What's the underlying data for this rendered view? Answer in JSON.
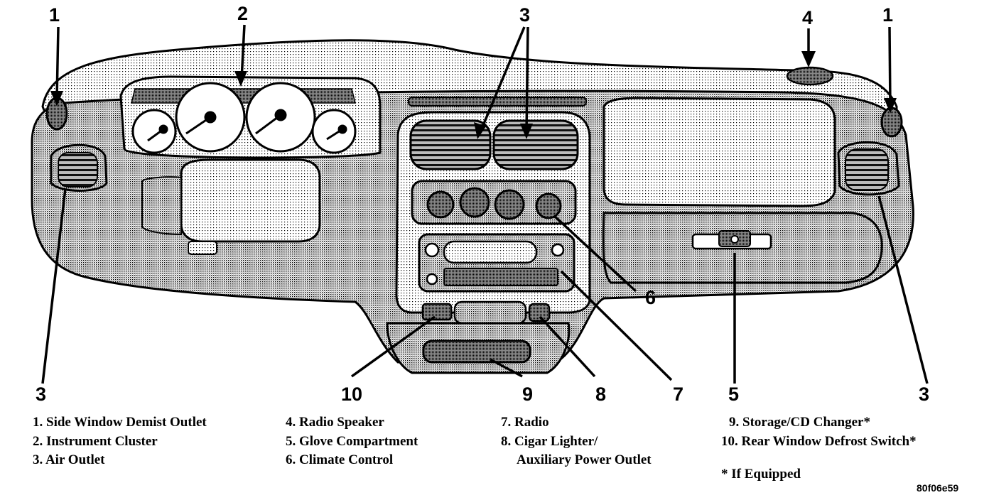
{
  "callouts": {
    "c1_left": "1",
    "c2": "2",
    "c3_top": "3",
    "c4": "4",
    "c1_right": "1",
    "c6": "6",
    "c3_left": "3",
    "c10": "10",
    "c9": "9",
    "c8": "8",
    "c7": "7",
    "c5": "5",
    "c3_right": "3"
  },
  "legend": {
    "col1": [
      "1. Side Window Demist Outlet",
      "2. Instrument Cluster",
      "3. Air Outlet"
    ],
    "col2": [
      "4. Radio Speaker",
      "5. Glove Compartment",
      "6. Climate Control"
    ],
    "col3": [
      "7. Radio",
      "8. Cigar Lighter/",
      "Auxiliary Power Outlet"
    ],
    "col4": [
      "9. Storage/CD Changer*",
      "10. Rear Window Defrost Switch*"
    ]
  },
  "footnote": "* If Equipped",
  "figure_id": "80f06e59"
}
